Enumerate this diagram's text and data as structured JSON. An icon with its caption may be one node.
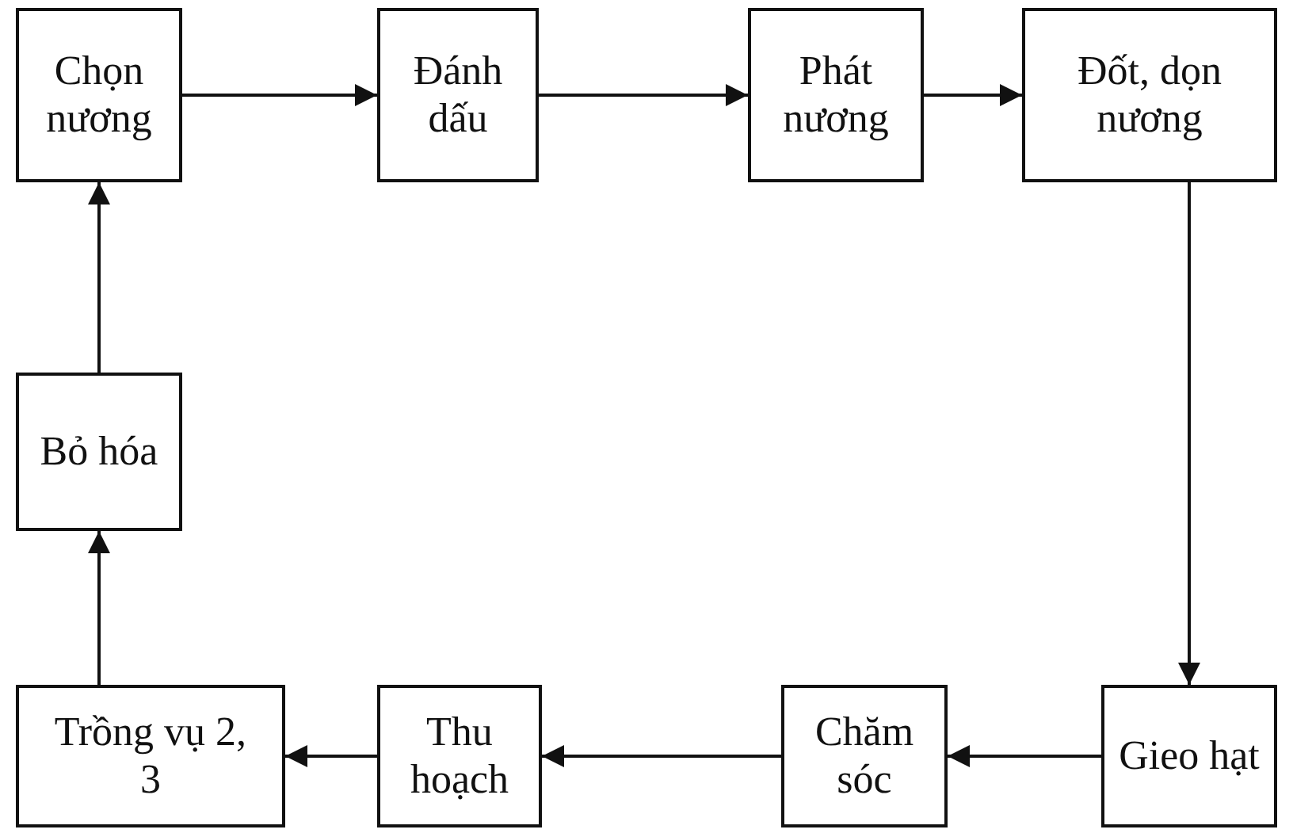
{
  "diagram": {
    "nodes": [
      {
        "text": [
          "Chọn nương"
        ]
      },
      {
        "text": [
          "Đánh dấu"
        ]
      },
      {
        "text": [
          "Phát nương"
        ]
      },
      {
        "text": [
          "Đốt, dọn nương"
        ]
      },
      {
        "text": [
          "Gieo hạt"
        ]
      },
      {
        "text": [
          "Chăm sóc"
        ]
      },
      {
        "text": [
          "Thu hoạch"
        ]
      },
      {
        "text": [
          "Trồng vụ 2, 3"
        ]
      },
      {
        "text": [
          "Bỏ hóa"
        ]
      }
    ],
    "edges": [
      {
        "from": 0,
        "to": 1,
        "arrow": "to"
      },
      {
        "from": 1,
        "to": 2,
        "arrow": "to"
      },
      {
        "from": 2,
        "to": 3,
        "arrow": "to"
      },
      {
        "from": 3,
        "to": 4,
        "arrow": "to"
      },
      {
        "from": 4,
        "to": 5,
        "arrow": "to"
      },
      {
        "from": 5,
        "to": 6,
        "arrow": "to"
      },
      {
        "from": 6,
        "to": 7,
        "arrow": "to"
      },
      {
        "from": 7,
        "to": 8,
        "arrow": "to"
      },
      {
        "from": 8,
        "to": 0,
        "arrow": "to"
      }
    ]
  }
}
